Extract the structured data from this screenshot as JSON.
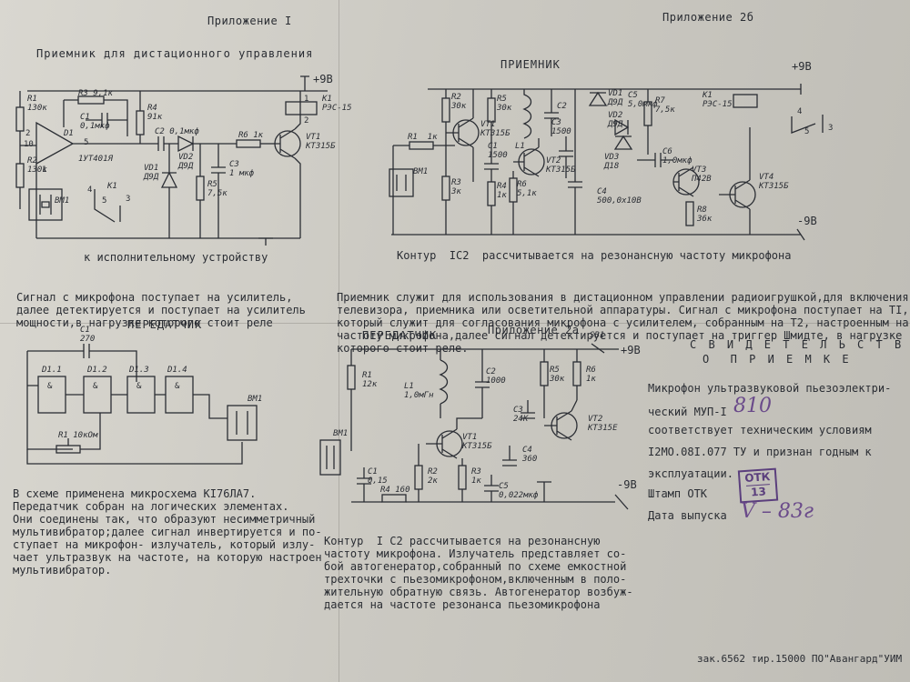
{
  "headers": {
    "app1": "Приложение I",
    "app2b": "Приложение 2б",
    "app2a": "Приложение 2а"
  },
  "section1": {
    "title": "Приемник для дистационного управления",
    "note": "к исполнительному устройству",
    "desc": [
      "Сигнал с микрофона поступает на усилитель,",
      "далее детектируется и поступает на усилитель",
      "мощности,в нагрузке которого стоит реле"
    ],
    "supply": "+9В",
    "labels": {
      "r1": "R1",
      "r1v": "130к",
      "r3": "R3 9,1к",
      "c1": "C1",
      "c1v": "0,1мкф",
      "d1": "D1",
      "d1v": "1УТ401Я",
      "pin2": "2",
      "pin10": "10",
      "pin5": "5",
      "pin1": "1",
      "r4": "R4",
      "r4v": "91к",
      "c2": "C2 0,1мкф",
      "vd1": "VD1",
      "vd1v": "Д9Д",
      "vd2": "VD2",
      "vd2v": "Д9Д",
      "r6": "R6 1к",
      "vt1": "VT1",
      "vt1v": "КТ315Б",
      "c3": "C3",
      "c3v": "1 мкф",
      "r5": "R5",
      "r5v": "7,5к",
      "r2": "R2",
      "r2v": "130к",
      "bm1": "BM1",
      "k1": "K1",
      "k1v": "РЭС-15",
      "k1b": "K1",
      "k4": "4",
      "k5": "5",
      "k3": "3",
      "j1": "1",
      "j2": "2"
    }
  },
  "section2b": {
    "title": "ПРИЕМНИК",
    "supply_pos": "+9В",
    "supply_neg": "-9В",
    "caption": "Контур  IC2  рассчитывается на резонансную частоту микрофона",
    "desc": [
      "Приемник служит для использования в дистационном управлении радиоигрушкой,для включения",
      "телевизора, приемника или осветительной аппаратуры. Сигнал с микрофона поступает на TI,",
      "который служит для согласования микрофона с усилителем, собранным на Т2, настроенным на",
      "частоту микрофона,далее сигнал детектируется и поступает на триггер Шмидте, в нагрузке",
      "которого стоит реле."
    ],
    "labels": {
      "r1": "R1  1к",
      "r2": "R2",
      "r2v": "30к",
      "r3": "R3",
      "r3v": "3к",
      "r4": "R4",
      "r4v": "1к",
      "r5": "R5",
      "r5v": "30к",
      "r6": "R6",
      "r6v": "5,1к",
      "r7": "R7",
      "r7v": "7,5к",
      "r8": "R8",
      "r8v": "36к",
      "c1": "C1",
      "c1v": "1500",
      "c2": "C2",
      "c3": "C3",
      "c3v": "1500",
      "c4": "C4",
      "c4v": "500,0х10В",
      "c5": "C5",
      "c5v": "5,0мкф",
      "c6": "C6",
      "c6v": "1,0мкф",
      "l1": "L1",
      "vt1": "VT1",
      "vt1v": "КТ315Б",
      "vt2": "VT2",
      "vt2v": "КТ315Б",
      "vt3": "VT3",
      "vt3v": "П42В",
      "vt4": "VT4",
      "vt4v": "КТ315Б",
      "vd1": "VD1",
      "vd1v": "Д9Д",
      "vd2": "VD2",
      "vd2v": "Д9Д",
      "vd3": "VD3",
      "vd3v": "Д18",
      "bm1": "BM1",
      "k1": "K1",
      "k1v": "РЭС-15",
      "k4": "4",
      "k5": "5",
      "k3": "3"
    }
  },
  "section2": {
    "title": "ПЕРЕДАТЧИК",
    "desc": [
      "В схеме применена микросхема КI76ЛА7.",
      "Передатчик собран на логических элементах.",
      "Они соединены так, что образуют несимметричный",
      "мультивибратор;далее сигнал инвертируется и по-",
      "ступает на микрофон- излучатель, который излу-",
      "чает ультразвук на частоте, на которую настроен",
      "мультивибратор."
    ],
    "labels": {
      "c1": "C1",
      "c1v": "270",
      "d11": "D1.1",
      "d12": "D1.2",
      "d13": "D1.3",
      "d14": "D1.4",
      "amp": "&",
      "r1": "R1",
      "r1v": "10кОм",
      "bm1": "BM1"
    }
  },
  "section2a": {
    "title": "ПЕРЕДАТЧИК",
    "supply_pos": "+9В",
    "supply_neg": "-9В",
    "caption": [
      "Контур  I C2 рассчитывается на резонансную",
      "частоту микрофона. Излучатель представляет со-",
      "бой автогенератор,собранный по схеме емкостной",
      "трехточки с пьезомикрофоном,включенным в поло-",
      "жительную обратную связь. Автогенератор возбуж-",
      "дается на частоте резонанса пьезомикрофона"
    ],
    "labels": {
      "sb1": "SB1",
      "r1": "R1",
      "r1v": "12к",
      "l1": "L1",
      "l1v": "1,0мГн",
      "c2": "C2",
      "c2v": "1000",
      "r5": "R5",
      "r5v": "30к",
      "r6": "R6",
      "r6v": "1к",
      "c3": "C3",
      "c3v": "24К",
      "vt1": "VT1",
      "vt1v": "КТ315Б",
      "vt2": "VT2",
      "vt2v": "КТ315Е",
      "c4": "C4",
      "c4v": "360",
      "r2": "R2",
      "r2v": "2к",
      "r3": "R3",
      "r3v": "1к",
      "c1": "C1",
      "c1v": "0,15",
      "r4": "R4 160",
      "c5": "C5",
      "c5v": "0,022мкф",
      "bm1": "BM1"
    }
  },
  "certificate": {
    "title1": "С В И Д Е Т Е Л Ь С Т В О",
    "title2": "О  П Р И Е М К Е",
    "line1": "Микрофон ультразвуковой пьезоэлектри-",
    "line2a": "ческий МУП-I",
    "handwritten_number": "810",
    "line3": "соответствует техническим условиям",
    "line4": "I2МО.08I.077 ТУ и признан годным к",
    "line5": "эксплуатации.",
    "stamp_label": "Штамп ОТК",
    "stamp_text": "ОТК",
    "stamp_num": "13",
    "date_label": "Дата выпуска",
    "handwritten_date": "V – 83г"
  },
  "footer": {
    "imprint": "зак.6562 тир.15000 ПО\"Авангард\"УИМ"
  }
}
